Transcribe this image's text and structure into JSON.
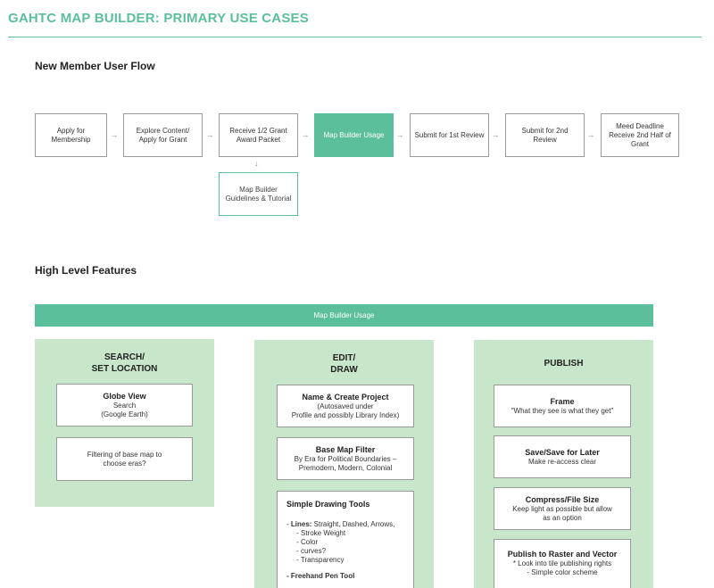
{
  "page_title": "GAHTC MAP BUILDER: PRIMARY USE CASES",
  "flow": {
    "heading": "New Member User Flow",
    "steps": [
      "Apply for Membership",
      "Explore Content/ Apply for Grant",
      "Receive 1/2 Grant Award Packet",
      "Map Builder Usage",
      "Submit for 1st Review",
      "Submit for 2nd Review",
      "Meed Deadline Receive 2nd Half of Grant"
    ],
    "arrow": "→",
    "down_arrow": "↓",
    "sub_step": "Map Builder Guidelines & Tutorial"
  },
  "features": {
    "heading": "High Level Features",
    "banner": "Map Builder Usage",
    "columns": [
      {
        "title": "SEARCH/\nSET LOCATION",
        "cards": [
          {
            "title": "Globe View",
            "lines": [
              "Search",
              "(Google Earth)"
            ]
          },
          {
            "title": "",
            "lines": [
              "Filtering of base map to",
              "choose eras?"
            ]
          }
        ]
      },
      {
        "title": "EDIT/\nDRAW",
        "cards": [
          {
            "title": "Name & Create Project",
            "lines": [
              "(Autosaved under",
              "Profile and possibly Library Index)"
            ]
          },
          {
            "title": "Base Map Filter",
            "lines": [
              "By Era for Political Boundaries –",
              "Premodern, Modern, Colonial"
            ]
          },
          {
            "title": "Simple Drawing Tools",
            "lines": [
              "- Lines: Straight, Dashed, Arrows,",
              "     - Stroke Weight",
              "     - Color",
              "     - curves?",
              "     - Transparency",
              "",
              "- Freehand Pen Tool"
            ]
          }
        ]
      },
      {
        "title": "PUBLISH",
        "cards": [
          {
            "title": "Frame",
            "lines": [
              "\"What they see is what they get\""
            ]
          },
          {
            "title": "Save/Save for Later",
            "lines": [
              "Make re-access clear"
            ]
          },
          {
            "title": "Compress/File Size",
            "lines": [
              "Keep light as possible but allow",
              "as an option"
            ]
          },
          {
            "title": "Publish to Raster and Vector",
            "lines": [
              "* Look into tile publishing rights",
              "- Simple color scheme"
            ]
          }
        ]
      }
    ]
  },
  "colors": {
    "accent": "#5cbf9b",
    "panel": "#c8e6c9"
  }
}
